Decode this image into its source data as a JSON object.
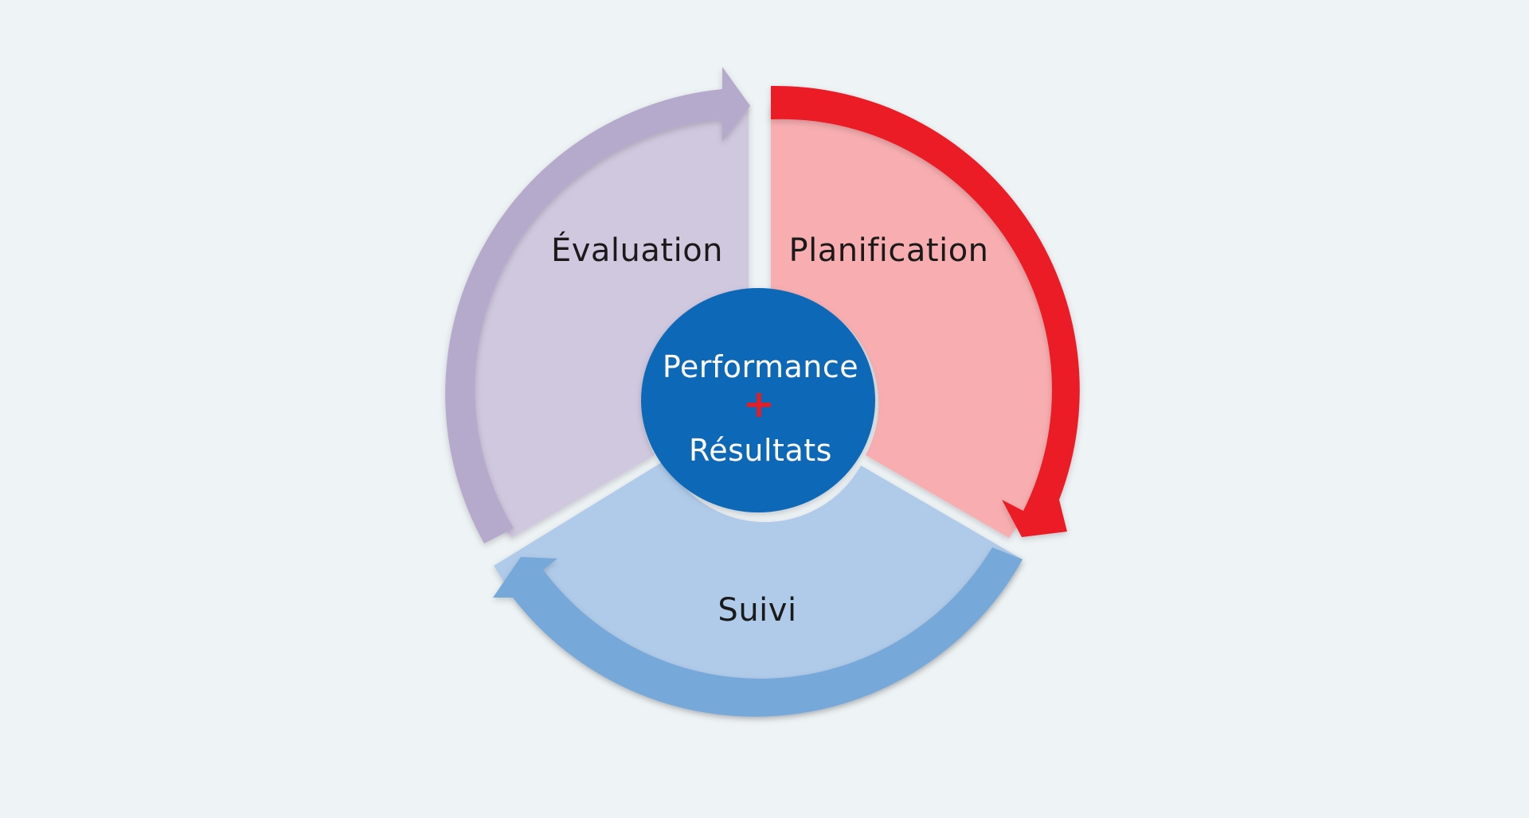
{
  "diagram": {
    "segments": {
      "planification": {
        "label": "Planification",
        "fill": "#f8aeb0",
        "arrow": "#ec1f27"
      },
      "suivi": {
        "label": "Suivi",
        "fill": "#b0cbea",
        "arrow": "#76a8da"
      },
      "evaluation": {
        "label": "Évaluation",
        "fill": "#d0c8de",
        "arrow": "#b5a9cc"
      }
    },
    "center": {
      "line1": "Performance",
      "symbol": "+",
      "line2": "Résultats",
      "fill": "#0b69b8"
    },
    "background": "#eef3f6"
  }
}
